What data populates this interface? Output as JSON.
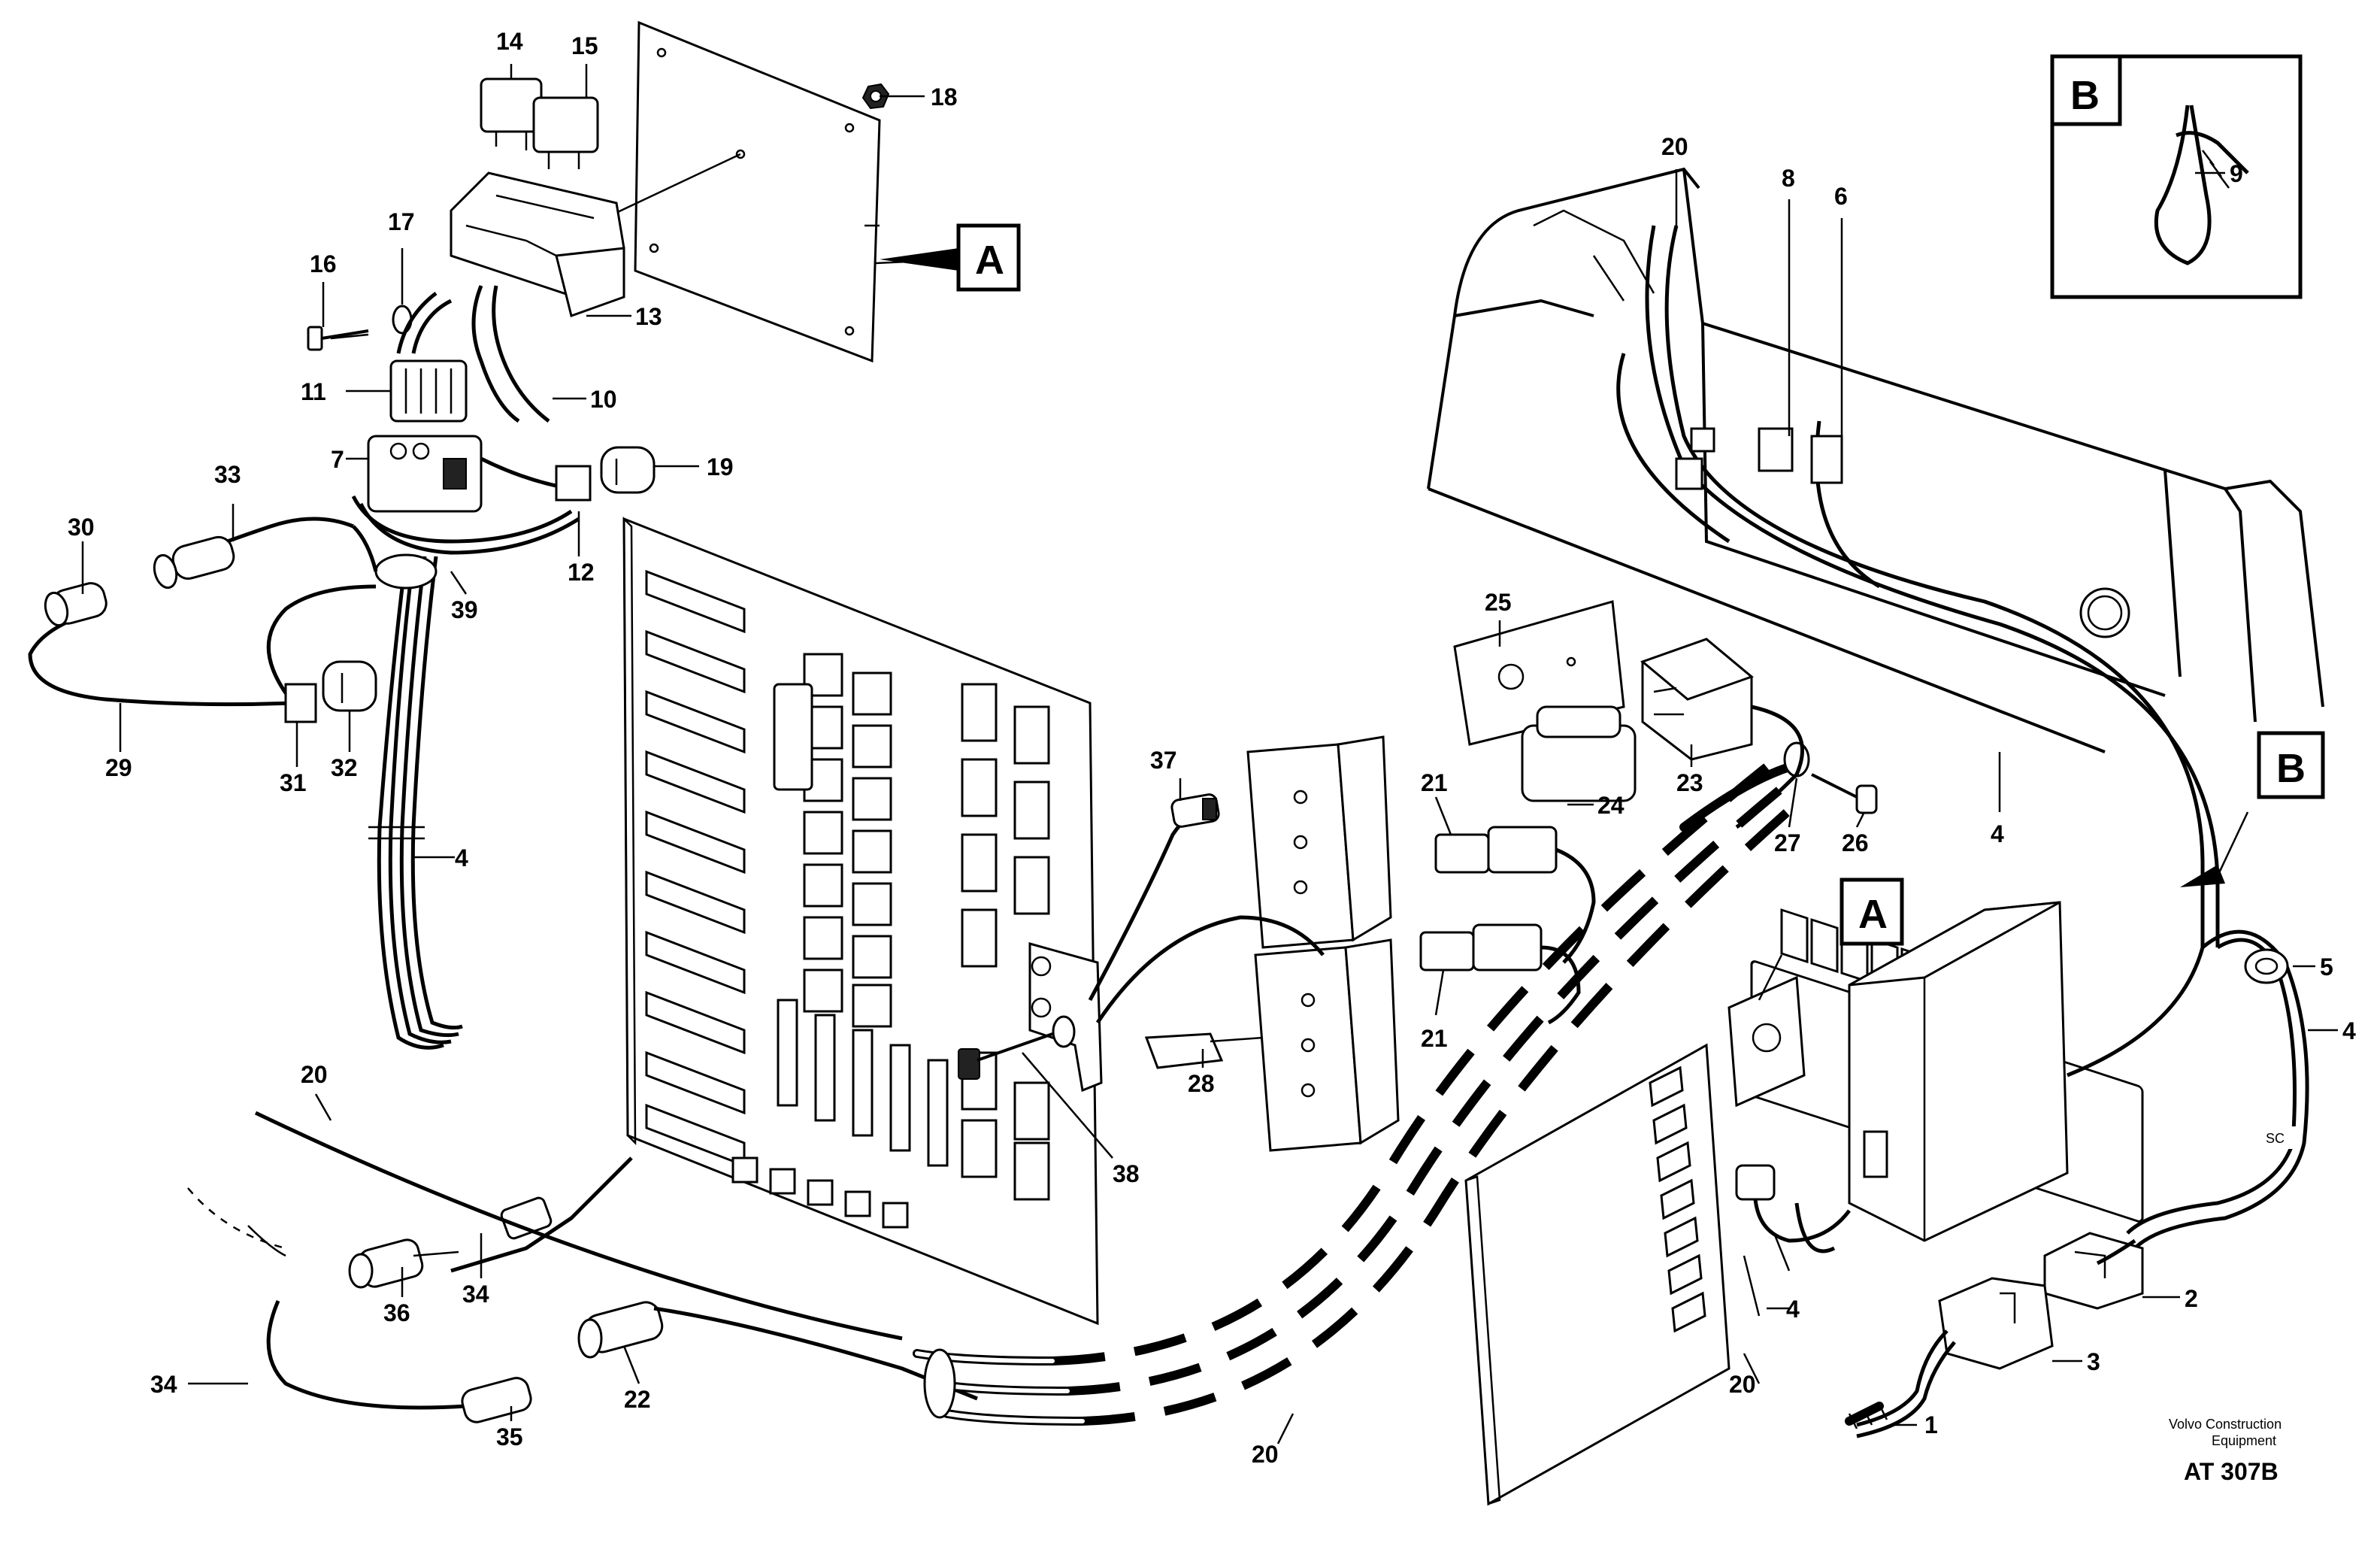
{
  "callouts": {
    "c1": "1",
    "c2": "2",
    "c3": "3",
    "c4a": "4",
    "c4b": "4",
    "c4c": "4",
    "c4d": "4",
    "c5": "5",
    "c6": "6",
    "c7": "7",
    "c8": "8",
    "c9": "9",
    "c10": "10",
    "c11": "11",
    "c12": "12",
    "c13": "13",
    "c14": "14",
    "c15": "15",
    "c16": "16",
    "c17": "17",
    "c18": "18",
    "c19": "19",
    "c20a": "20",
    "c20b": "20",
    "c20c": "20",
    "c20d": "20",
    "c21a": "21",
    "c21b": "21",
    "c22": "22",
    "c23": "23",
    "c24": "24",
    "c25": "25",
    "c26": "26",
    "c27": "27",
    "c28": "28",
    "c29": "29",
    "c30": "30",
    "c31": "31",
    "c32": "32",
    "c33": "33",
    "c34a": "34",
    "c34b": "34",
    "c35": "35",
    "c36": "36",
    "c37": "37",
    "c38": "38",
    "c39": "39"
  },
  "detail_boxes": {
    "a_main": "A",
    "a_dash": "A",
    "b_inset": "B",
    "b_dash": "B"
  },
  "cable_label": "SC",
  "credit": {
    "line1": "Volvo Construction",
    "line2": "Equipment"
  },
  "doc_id": "AT 307B"
}
